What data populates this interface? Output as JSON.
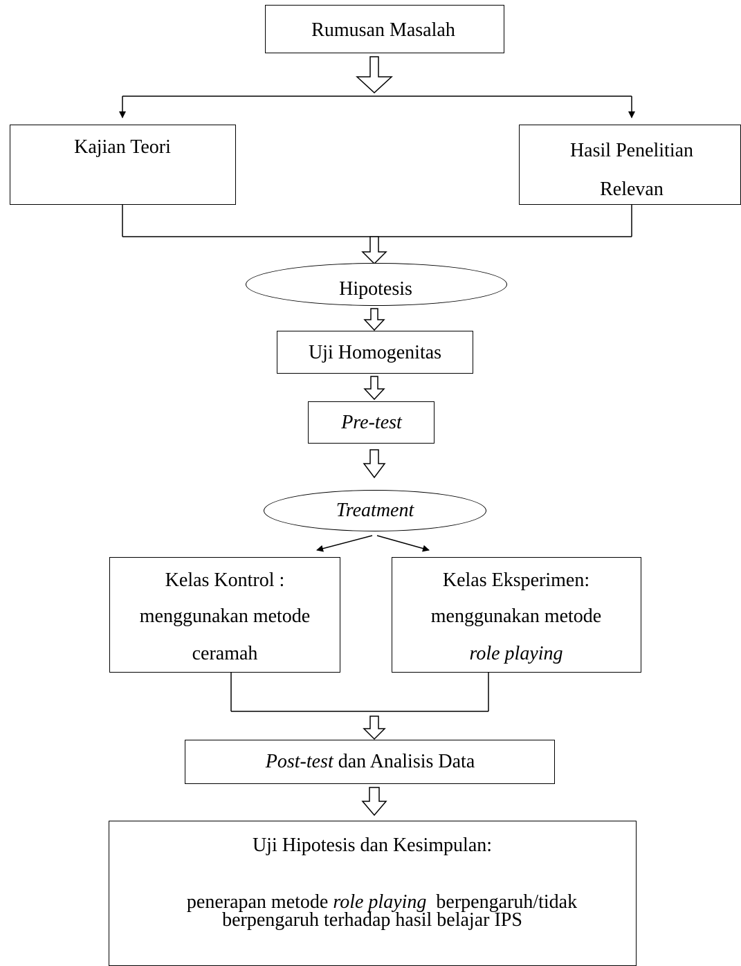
{
  "nodes": {
    "rumusan": "Rumusan Masalah",
    "kajian": "Kajian Teori",
    "hasil_line1": "Hasil Penelitian",
    "hasil_line2": "Relevan",
    "hipotesis": "Hipotesis",
    "uji_homogenitas": "Uji Homogenitas",
    "pretest": "Pre-test",
    "treatment": "Treatment",
    "kontrol_line1": "Kelas Kontrol :",
    "kontrol_line2": "menggunakan metode",
    "kontrol_line3": "ceramah",
    "eksperimen_line1": "Kelas Eksperimen:",
    "eksperimen_line2": "menggunakan metode",
    "eksperimen_line3": "role playing",
    "posttest_italic": "Post-test",
    "posttest_rest": " dan Analisis Data",
    "kesimpulan_line1": "Uji Hipotesis dan Kesimpulan:",
    "kesimpulan_line2_a": "penerapan metode ",
    "kesimpulan_line2_b": "role playing",
    "kesimpulan_line2_c": "  berpengaruh/tidak",
    "kesimpulan_line3": "berpengaruh terhadap hasil belajar IPS"
  }
}
